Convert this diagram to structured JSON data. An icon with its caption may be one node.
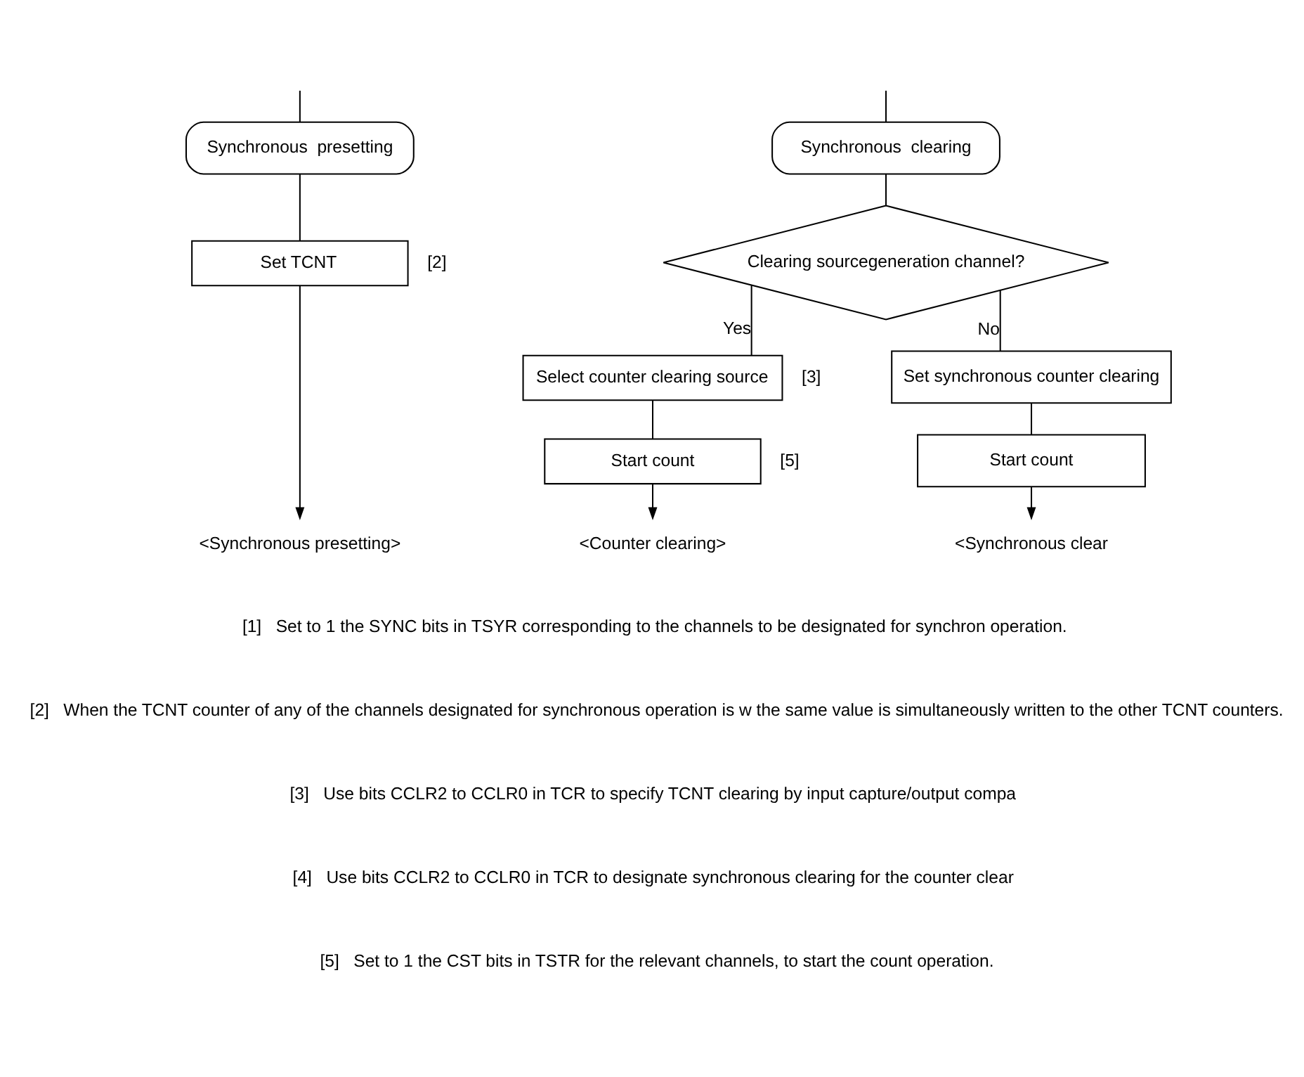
{
  "diagram": {
    "nodes": [
      {
        "text": [
          "Synchronous  presetting"
        ]
      },
      {
        "text": [
          "Synchronous  clearing"
        ]
      },
      {
        "text": [
          "Set TCNT"
        ],
        "beside": [
          "[2]"
        ]
      },
      {
        "text": [
          "Clearing sourcegeneration channel?"
        ]
      },
      {
        "text": [
          "Select counter clearing source"
        ],
        "beside": [
          "[3]"
        ]
      },
      {
        "text": [
          "Start count"
        ],
        "beside": [
          "[5]"
        ]
      },
      {
        "text": [
          "Set synchronous counter clearing"
        ]
      },
      {
        "text": [
          "Start count"
        ]
      },
      {
        "text": [
          "<Synchronous presetting>"
        ]
      },
      {
        "text": [
          "<Counter clearing>"
        ]
      },
      {
        "text": [
          "<Synchronous clear"
        ]
      }
    ],
    "edges": [
      {
        "from": null,
        "to": 0,
        "arrow": "none"
      },
      {
        "from": null,
        "to": 1,
        "arrow": "none"
      },
      {
        "from": 0,
        "to": 2,
        "arrow": "none"
      },
      {
        "from": 2,
        "to": 8,
        "arrow": "to"
      },
      {
        "from": 1,
        "to": 3,
        "arrow": "none"
      },
      {
        "from": 3,
        "to": 4,
        "arrow": "none",
        "label": "Yes"
      },
      {
        "from": 4,
        "to": 5,
        "arrow": "none"
      },
      {
        "from": 5,
        "to": 9,
        "arrow": "to"
      },
      {
        "from": 3,
        "to": 6,
        "arrow": "none",
        "label": "No"
      },
      {
        "from": 6,
        "to": 7,
        "arrow": "none"
      },
      {
        "from": 7,
        "to": 10,
        "arrow": "to"
      }
    ],
    "labels": [
      "[1]   Set to 1 the SYNC bits in TSYR corresponding to the channels to be designated for synchron operation.",
      "[2]   When the TCNT counter of any of the channels designated for synchronous operation is w the same value is simultaneously written to the other TCNT counters.",
      "[3]   Use bits CCLR2 to CCLR0 in TCR to specify TCNT clearing by input capture/output compa",
      "[4]   Use bits CCLR2 to CCLR0 in TCR to designate synchronous clearing for the counter clear",
      "[5]   Set to 1 the CST bits in TSTR for the relevant channels, to start the count operation."
    ]
  }
}
